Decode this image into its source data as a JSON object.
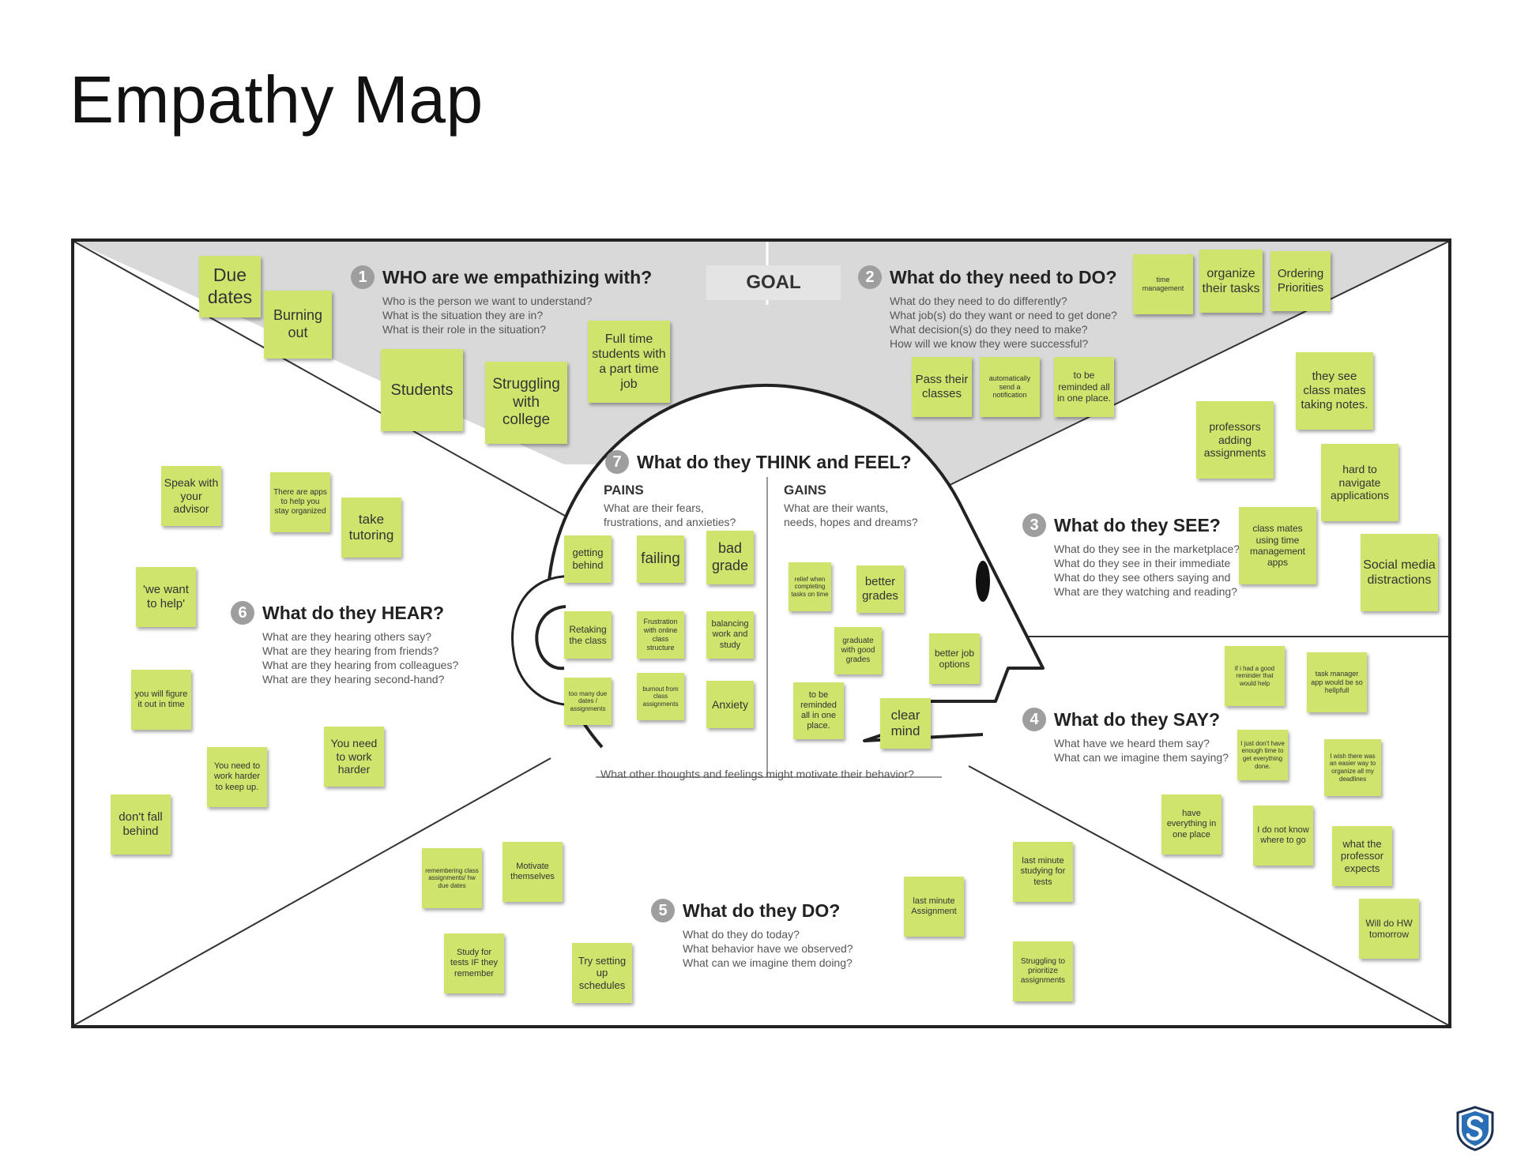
{
  "title": "Empathy Map",
  "goal_label": "GOAL",
  "sections": {
    "who": {
      "num": "1",
      "title": "WHO are we empathizing with?",
      "questions": [
        "Who is the person we want to understand?",
        "What is the situation they are in?",
        "What is their role in the situation?"
      ]
    },
    "do_need": {
      "num": "2",
      "title": "What do they need to DO?",
      "questions": [
        "What do they need to do differently?",
        "What job(s) do they want or need to get done?",
        "What decision(s) do they need to make?",
        "How will we know they were successful?"
      ]
    },
    "see": {
      "num": "3",
      "title": "What do they SEE?",
      "questions": [
        "What do they see in the marketplace?",
        "What do they see in their immediate",
        "What do they see others saying and",
        "What are they watching and reading?"
      ]
    },
    "say": {
      "num": "4",
      "title": "What do they SAY?",
      "questions": [
        "What have we heard them say?",
        "What can we imagine them saying?"
      ]
    },
    "do": {
      "num": "5",
      "title": "What do they DO?",
      "questions": [
        "What do they do today?",
        "What behavior have we observed?",
        "What can we imagine them doing?"
      ]
    },
    "hear": {
      "num": "6",
      "title": "What do they HEAR?",
      "questions": [
        "What are they hearing others say?",
        "What are they hearing from friends?",
        "What are they hearing from colleagues?",
        "What are they hearing second-hand?"
      ]
    },
    "think": {
      "num": "7",
      "title": "What do they THINK and FEEL?"
    }
  },
  "pains": {
    "label": "PAINS",
    "questions": [
      "What are their fears,",
      "frustrations, and anxieties?"
    ]
  },
  "gains": {
    "label": "GAINS",
    "questions": [
      "What are their wants,",
      "needs, hopes and dreams?"
    ]
  },
  "bottom_question": "What other thoughts and feelings might motivate their behavior?",
  "note_color": "#cfe46c",
  "notes": [
    {
      "text": "Due dates"
    },
    {
      "text": "Burning out"
    },
    {
      "text": "Students"
    },
    {
      "text": "Struggling with college"
    },
    {
      "text": "Full time students with a part time job"
    },
    {
      "text": "time management"
    },
    {
      "text": "organize their tasks"
    },
    {
      "text": "Ordering Priorities"
    },
    {
      "text": "Pass their classes"
    },
    {
      "text": "automatically send a notification"
    },
    {
      "text": "to be reminded all in one place."
    },
    {
      "text": "they see class mates taking notes."
    },
    {
      "text": "professors adding assignments"
    },
    {
      "text": "hard to navigate applications"
    },
    {
      "text": "class mates using time management apps"
    },
    {
      "text": "Social media distractions"
    },
    {
      "text": "getting behind"
    },
    {
      "text": "failing"
    },
    {
      "text": "bad grade"
    },
    {
      "text": "Retaking the class"
    },
    {
      "text": "Frustration with online class structure"
    },
    {
      "text": "balancing work and study"
    },
    {
      "text": "too many due dates / assignments"
    },
    {
      "text": "burnout from class assignments"
    },
    {
      "text": "Anxiety"
    },
    {
      "text": "relief when completing tasks on time"
    },
    {
      "text": "better grades"
    },
    {
      "text": "graduate with good grades"
    },
    {
      "text": "better job options"
    },
    {
      "text": "to be reminded all in one place."
    },
    {
      "text": "clear mind"
    },
    {
      "text": "Speak with your advisor"
    },
    {
      "text": "There are apps to help you stay organized"
    },
    {
      "text": "take tutoring"
    },
    {
      "text": "'we want to help'"
    },
    {
      "text": "you will figure it out in time"
    },
    {
      "text": "You need to work harder"
    },
    {
      "text": "You need to work harder to keep up."
    },
    {
      "text": "don't fall behind"
    },
    {
      "text": "if i had a good reminder that would help"
    },
    {
      "text": "task manager app would be so hellpfull"
    },
    {
      "text": "I just don't have enough time to get everything done."
    },
    {
      "text": "I wish there was an easier way to organize all my deadlines"
    },
    {
      "text": "have everything in one place"
    },
    {
      "text": "I do not know where to go"
    },
    {
      "text": "what the professor expects"
    },
    {
      "text": "Will do HW tomorrow"
    },
    {
      "text": "remembering class assignments/ hw due dates"
    },
    {
      "text": "Motivate themselves"
    },
    {
      "text": "Study for tests IF they remember"
    },
    {
      "text": "Try setting up schedules"
    },
    {
      "text": "last minute Assignment"
    },
    {
      "text": "last minute studying for tests"
    },
    {
      "text": "Struggling to prioritize assignments"
    }
  ]
}
